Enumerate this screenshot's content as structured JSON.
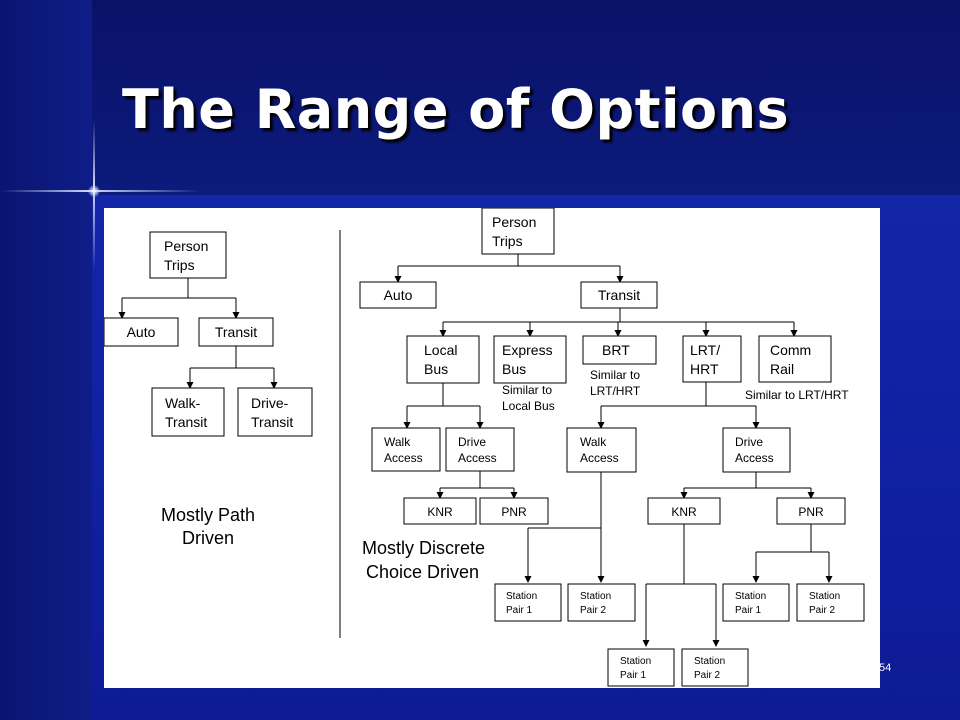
{
  "slide": {
    "title": "The Range of Options",
    "page_number": "54"
  },
  "left_tree": {
    "person_trips": [
      "Person",
      "Trips"
    ],
    "auto": "Auto",
    "transit": "Transit",
    "walk_transit": [
      "Walk-",
      "Transit"
    ],
    "drive_transit": [
      "Drive-",
      "Transit"
    ],
    "caption": [
      "Mostly Path",
      "Driven"
    ]
  },
  "right_tree": {
    "person_trips": [
      "Person",
      "Trips"
    ],
    "auto": "Auto",
    "transit": "Transit",
    "local_bus": [
      "Local",
      "Bus"
    ],
    "express_bus": [
      "Express",
      "Bus"
    ],
    "brt": "BRT",
    "lrt_hrt": [
      "LRT/",
      "HRT"
    ],
    "comm_rail": [
      "Comm",
      "Rail"
    ],
    "note_express": [
      "Similar to",
      "Local Bus"
    ],
    "note_brt": [
      "Similar to",
      "LRT/HRT"
    ],
    "note_comm": "Similar to LRT/HRT",
    "bus_walk_access": [
      "Walk",
      "Access"
    ],
    "bus_drive_access": [
      "Drive",
      "Access"
    ],
    "bus_knr": "KNR",
    "bus_pnr": "PNR",
    "rail_walk_access": [
      "Walk",
      "Access"
    ],
    "rail_drive_access": [
      "Drive",
      "Access"
    ],
    "rail_knr": "KNR",
    "rail_pnr": "PNR",
    "station_pair_1": [
      "Station",
      "Pair 1"
    ],
    "station_pair_2": [
      "Station",
      "Pair 2"
    ],
    "caption": [
      "Mostly Discrete",
      "Choice Driven"
    ]
  }
}
